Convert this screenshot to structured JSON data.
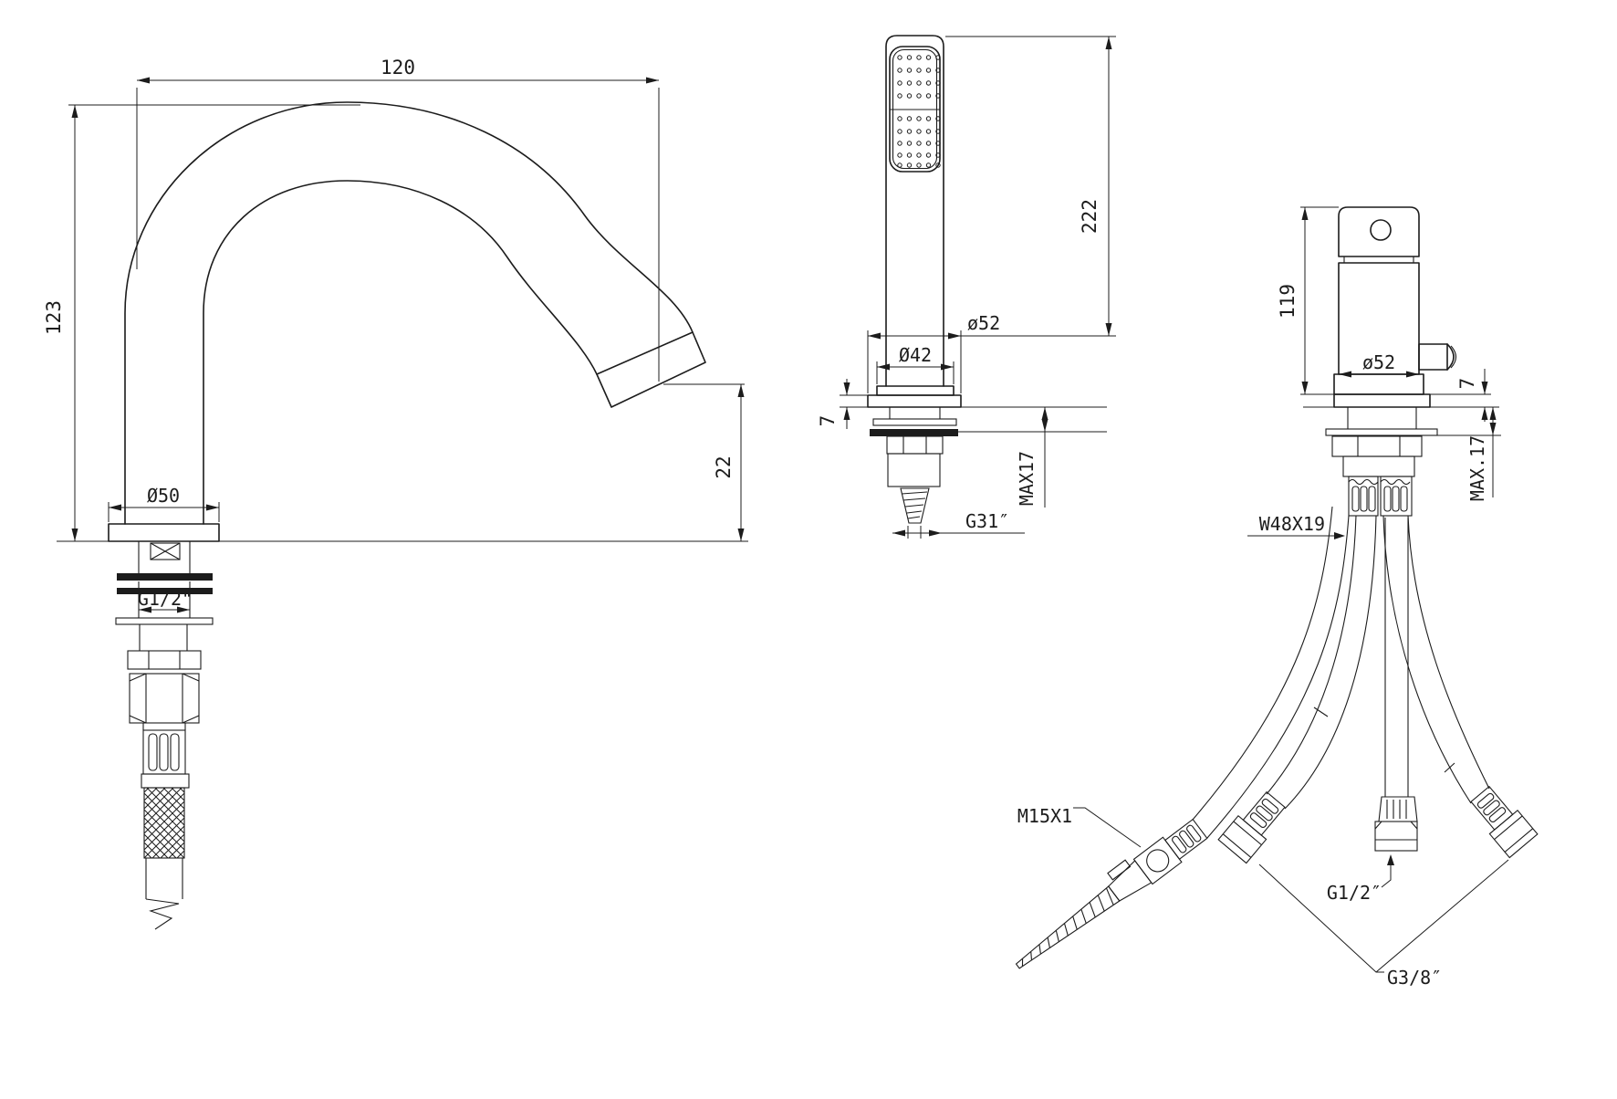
{
  "title": "faucet-technical-drawing",
  "colors": {
    "line": "#1c1c1c",
    "background": "#ffffff"
  },
  "views": {
    "spout": {
      "name": "curved bath spout - side view",
      "dims": {
        "reach": "120",
        "height": "123",
        "base_dia": "Ø50",
        "thread": "G1/2\"",
        "drop": "22"
      }
    },
    "shower": {
      "name": "hand shower wand - front view",
      "dims": {
        "height": "222",
        "flange_dia": "ø52",
        "holder_dia": "Ø42",
        "plate": "7",
        "deck": "MAX17",
        "thread": "G31″"
      }
    },
    "mixer": {
      "name": "deck mixer valve with supply hoses",
      "dims": {
        "height": "119",
        "body_dia": "ø52",
        "plate": "7",
        "deck": "MAX.17",
        "locknut": "W48X19",
        "hose_shower": "M15X1",
        "hose_center": "G1/2″",
        "hose_supply": "G3/8″"
      }
    }
  }
}
